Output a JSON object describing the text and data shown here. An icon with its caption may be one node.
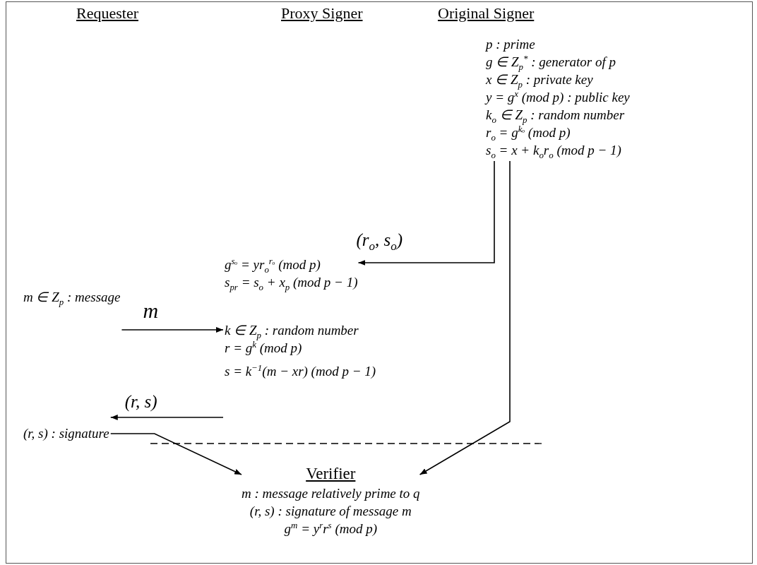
{
  "diagram": {
    "nodes": [
      {
        "text": [
          "m ∈ Z$_{p}$ : message"
        ]
      },
      {
        "text": [
          "(r, s) : signature"
        ]
      },
      {
        "text": [
          "g$^{sₒ}$ = yr$_{o}$$^{rₒ}$ (mod p)",
          "s$_{pr}$ = s$_{o}$ + x$_{p}$ (mod p − 1)"
        ]
      },
      {
        "text": [
          "k ∈ Z$_{p}$ : random number",
          "r = g$^{k}$ (mod p)",
          "s = k$^{−1}$(m − xr) (mod p − 1)"
        ]
      },
      {
        "text": [
          "p : prime",
          "g ∈ Z$_{p}$$^{*}$ : generator of p",
          "x ∈ Z$_{p}$ : private key",
          "y = g$^{x}$ (mod p) : public key",
          "k$_{o}$ ∈ Z$_{p}$ : random number",
          "r$_{o}$ = g$^{kₒ}$ (mod p)",
          "s$_{o}$ = x + k$_{o}$r$_{o}$ (mod p − 1)"
        ]
      },
      {
        "text": [
          "Verifier",
          "m : message relatively prime to q",
          "(r, s) : signature of message m",
          "g$^{m}$ = y$^{r}$r$^{s}$ (mod p)"
        ]
      }
    ],
    "edges": [
      {
        "from": 4,
        "to": 2,
        "arrow": "to",
        "label": "(r$_{o}$, s$_{o}$)"
      },
      {
        "from": 0,
        "to": 3,
        "arrow": "to",
        "label": "m"
      },
      {
        "from": 3,
        "to": 1,
        "arrow": "to",
        "label": "(r, s)"
      },
      {
        "from": 1,
        "to": 5,
        "arrow": "to"
      },
      {
        "from": 4,
        "to": 5,
        "arrow": "to"
      }
    ],
    "labels": [
      "Requester",
      "Proxy Signer",
      "Original Signer"
    ]
  }
}
